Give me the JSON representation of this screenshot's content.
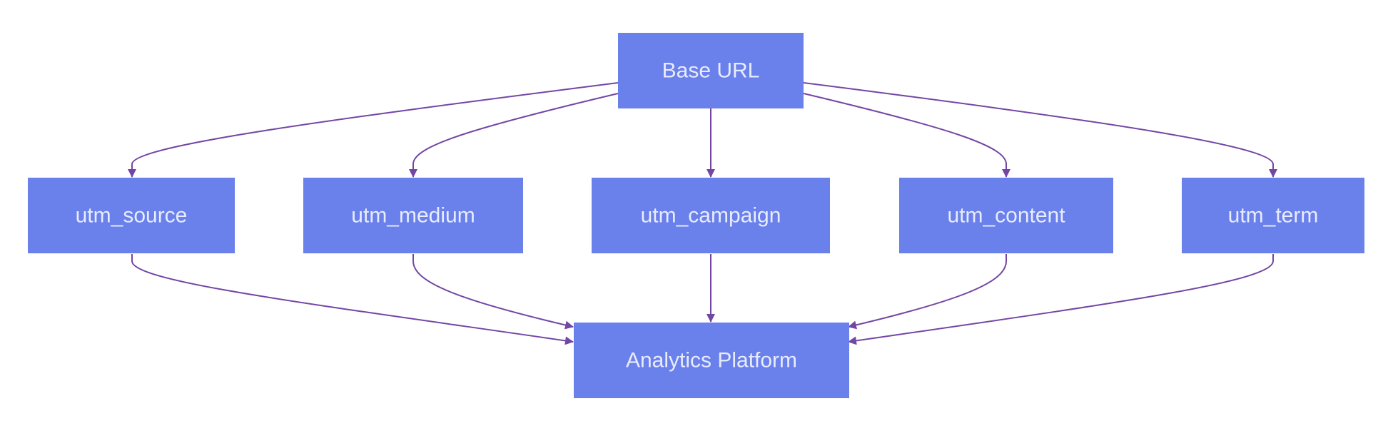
{
  "colors": {
    "node_fill": "#6a80ea",
    "node_text": "#e8ecff",
    "edge": "#7346a4",
    "background": "#ffffff"
  },
  "nodes": {
    "base_url": {
      "label": "Base URL"
    },
    "utm_source": {
      "label": "utm_source"
    },
    "utm_medium": {
      "label": "utm_medium"
    },
    "utm_campaign": {
      "label": "utm_campaign"
    },
    "utm_content": {
      "label": "utm_content"
    },
    "utm_term": {
      "label": "utm_term"
    },
    "analytics_platform": {
      "label": "Analytics Platform"
    }
  },
  "edges": [
    {
      "from": "base_url",
      "to": "utm_source"
    },
    {
      "from": "base_url",
      "to": "utm_medium"
    },
    {
      "from": "base_url",
      "to": "utm_campaign"
    },
    {
      "from": "base_url",
      "to": "utm_content"
    },
    {
      "from": "base_url",
      "to": "utm_term"
    },
    {
      "from": "utm_source",
      "to": "analytics_platform"
    },
    {
      "from": "utm_medium",
      "to": "analytics_platform"
    },
    {
      "from": "utm_campaign",
      "to": "analytics_platform"
    },
    {
      "from": "utm_content",
      "to": "analytics_platform"
    },
    {
      "from": "utm_term",
      "to": "analytics_platform"
    }
  ]
}
